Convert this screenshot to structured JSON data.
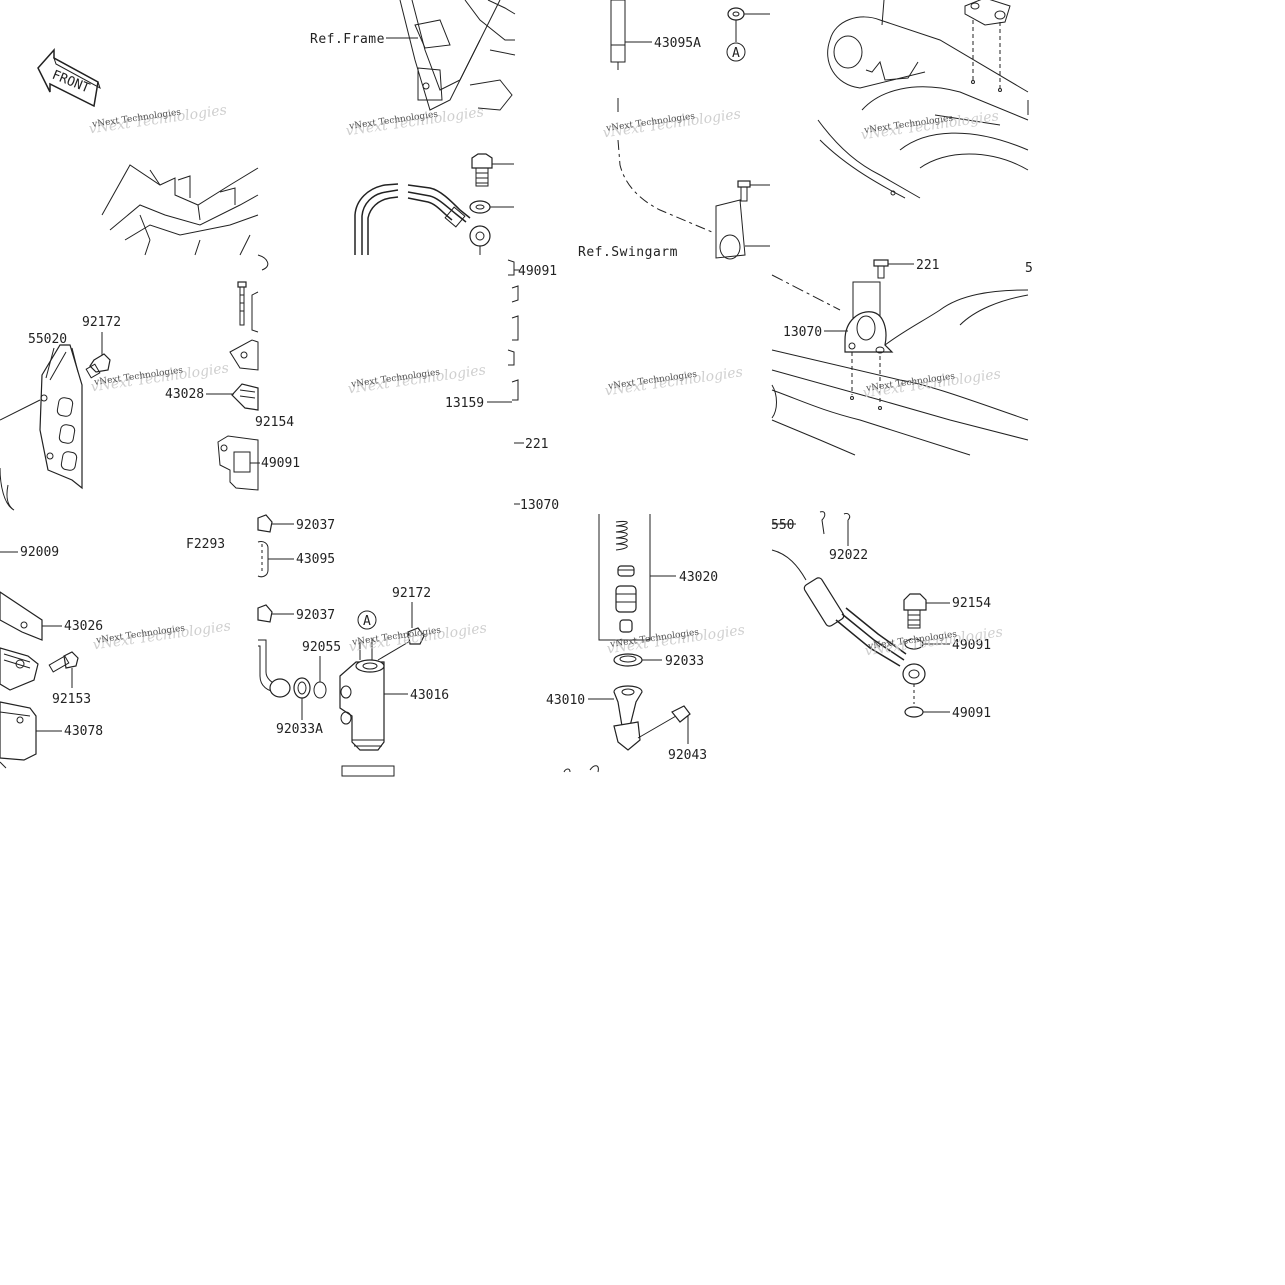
{
  "diagram": {
    "front_label": "FRONT",
    "figure_code": "F2293",
    "watermark": "vNext Technologies",
    "references": {
      "frame": "Ref.Frame",
      "swingarm": "Ref.Swingarm",
      "circle_a": "A"
    },
    "parts": {
      "p43095A": "43095A",
      "p55020": "55020",
      "p92172_left": "92172",
      "p43028": "43028",
      "p92154_left": "92154",
      "p49091_left": "49091",
      "p49091_top": "49091",
      "p13159": "13159",
      "p221_mid": "221",
      "p13070_mid": "13070",
      "p221_right": "221",
      "p13070_right": "13070",
      "p92009": "92009",
      "p92037_top": "92037",
      "p43095": "43095",
      "p92037_bottom": "92037",
      "p43026": "43026",
      "p92153": "92153",
      "p43078": "43078",
      "p92172_center": "92172",
      "p92055": "92055",
      "p43016": "43016",
      "p92033A": "92033A",
      "p43020": "43020",
      "p92033": "92033",
      "p43010": "43010",
      "p92043": "92043",
      "p550": "550",
      "p92022": "92022",
      "p92154_right": "92154",
      "p49091_right_top": "49091",
      "p49091_right_bottom": "49091"
    }
  }
}
